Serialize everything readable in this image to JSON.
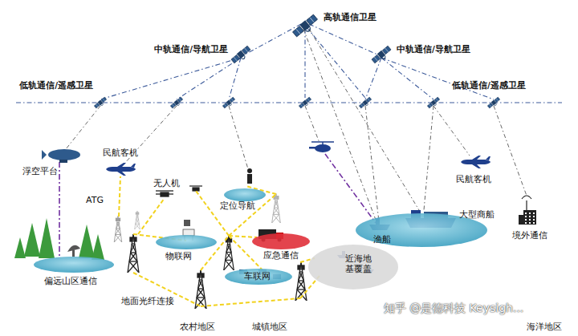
{
  "diagram": {
    "nodes": [
      {
        "text": [
          "定位导航"
        ]
      },
      {
        "text": [
          "应急通信"
        ]
      },
      {
        "text": [
          "物联网"
        ]
      },
      {
        "text": [
          "车联网"
        ]
      },
      {
        "text": [
          "近海地基覆盖"
        ]
      },
      {
        "text": [
          "渔船",
          "大型商船"
        ]
      },
      {
        "text": [
          "偏远山区通信"
        ]
      }
    ],
    "labels": [
      "高轨通信卫星",
      "中轨通信/导航卫星",
      "中轨通信/导航卫星",
      "低轨通信/遥感卫星",
      "低轨通信/遥感卫星",
      "浮空平台",
      "民航客机",
      "民航客机",
      "无人机",
      "ATG",
      "地面光纤连接",
      "境外通信",
      "农村地区",
      "城镇地区",
      "海洋地区",
      "知乎 @是德科技 Keysigh..."
    ]
  }
}
